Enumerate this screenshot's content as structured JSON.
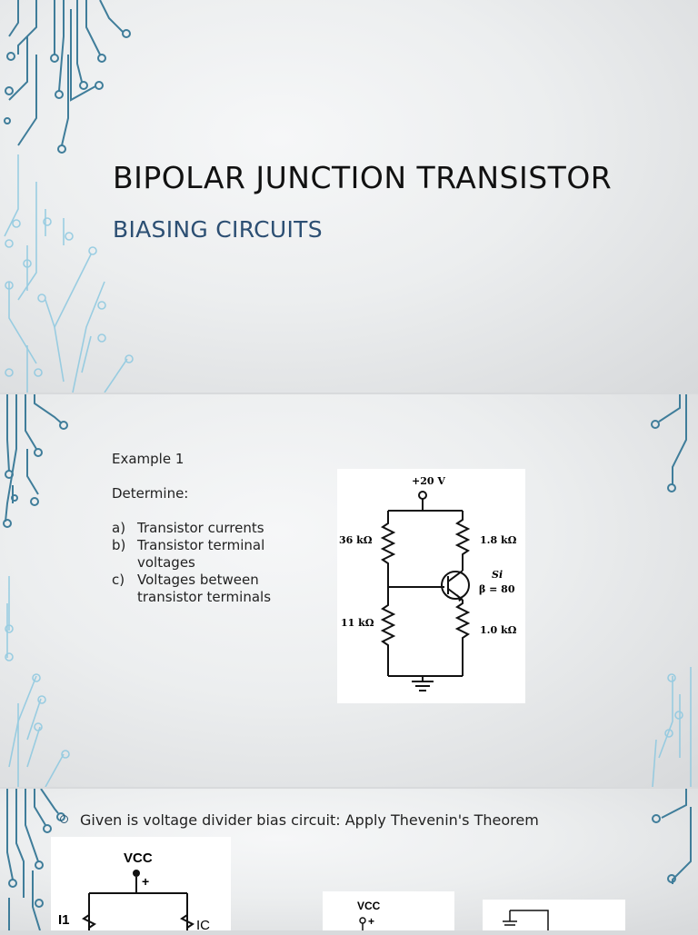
{
  "slide1": {
    "title": "BIPOLAR JUNCTION TRANSISTOR",
    "subtitle": "BIASING CIRCUITS"
  },
  "slide2": {
    "example": "Example 1",
    "prompt": "Determine:",
    "items": [
      {
        "marker": "a)",
        "text": "Transistor currents"
      },
      {
        "marker": "b)",
        "text": "Transistor terminal voltages"
      },
      {
        "marker": "c)",
        "text": "Voltages between transistor terminals"
      }
    ],
    "circuit": {
      "supply": "+20 V",
      "r1": "36 kΩ",
      "r2": "11 kΩ",
      "rc": "1.8 kΩ",
      "re": "1.0 kΩ",
      "material": "Si",
      "beta": "β = 80"
    }
  },
  "slide3": {
    "heading": "Given is voltage divider bias circuit: Apply Thevenin's Theorem",
    "fig1": {
      "vcc": "VCC",
      "plus": "+",
      "i1": "I1",
      "ic": "IC"
    },
    "fig2": {
      "vcc": "VCC",
      "plus": "+"
    }
  }
}
